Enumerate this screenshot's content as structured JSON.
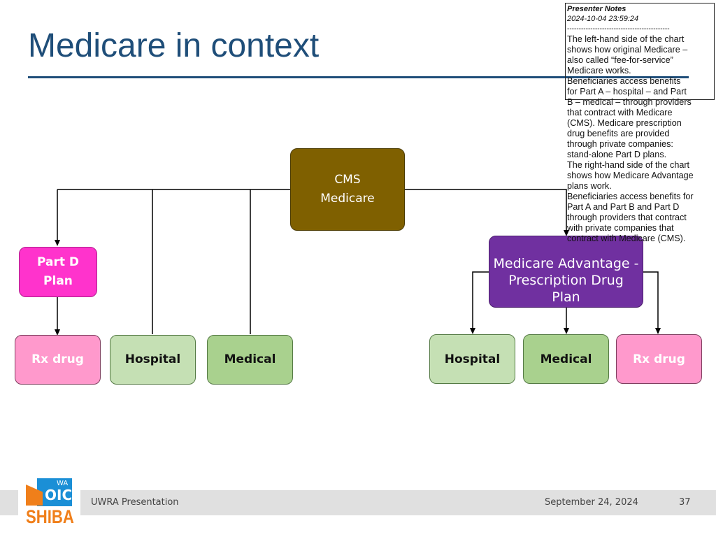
{
  "slide": {
    "title": "Medicare in context",
    "page_number": "37",
    "date": "September 24, 2024",
    "footer_text": "UWRA Presentation",
    "logo_text": {
      "top": "WA",
      "middle": "OIC",
      "bottom": "SHIBA"
    }
  },
  "diagram": {
    "cms": [
      "CMS",
      "Medicare"
    ],
    "part_d": [
      "Part D",
      "Plan"
    ],
    "ma": [
      "Medicare Advantage -",
      "Prescription Drug",
      "Plan"
    ],
    "left_leaves": [
      "Rx drug",
      "Hospital",
      "Medical"
    ],
    "right_leaves": [
      "Hospital",
      "Medical",
      "Rx drug"
    ]
  },
  "notes": {
    "heading": "Presenter Notes",
    "timestamp": "2024-10-04 23:59:24",
    "separator": "--------------------------------------------",
    "lines": [
      "The left-hand side of the chart",
      "shows how original Medicare –",
      "also called “fee-for-service”",
      "Medicare works.",
      "Beneficiaries access benefits",
      "for Part A – hospital – and Part",
      "B – medical – through providers",
      "that contract with Medicare",
      "(CMS). Medicare prescription",
      "drug benefits are provided",
      "through private companies:",
      "stand-alone Part D plans.",
      "The right-hand side of the chart",
      "shows how Medicare Advantage",
      "plans work.",
      "Beneficiaries access benefits for",
      "Part A and Part B and Part D",
      "through providers that contract",
      "with private companies that",
      "contract with Medicare (CMS)."
    ]
  },
  "colors": {
    "title": "#1f4e79",
    "cms": "#7f6000",
    "part_d": "#ff33cc",
    "ma": "#7030a0",
    "rx": "#ff99cc",
    "hospital": "#c5e0b4",
    "medical": "#a9d18e"
  }
}
